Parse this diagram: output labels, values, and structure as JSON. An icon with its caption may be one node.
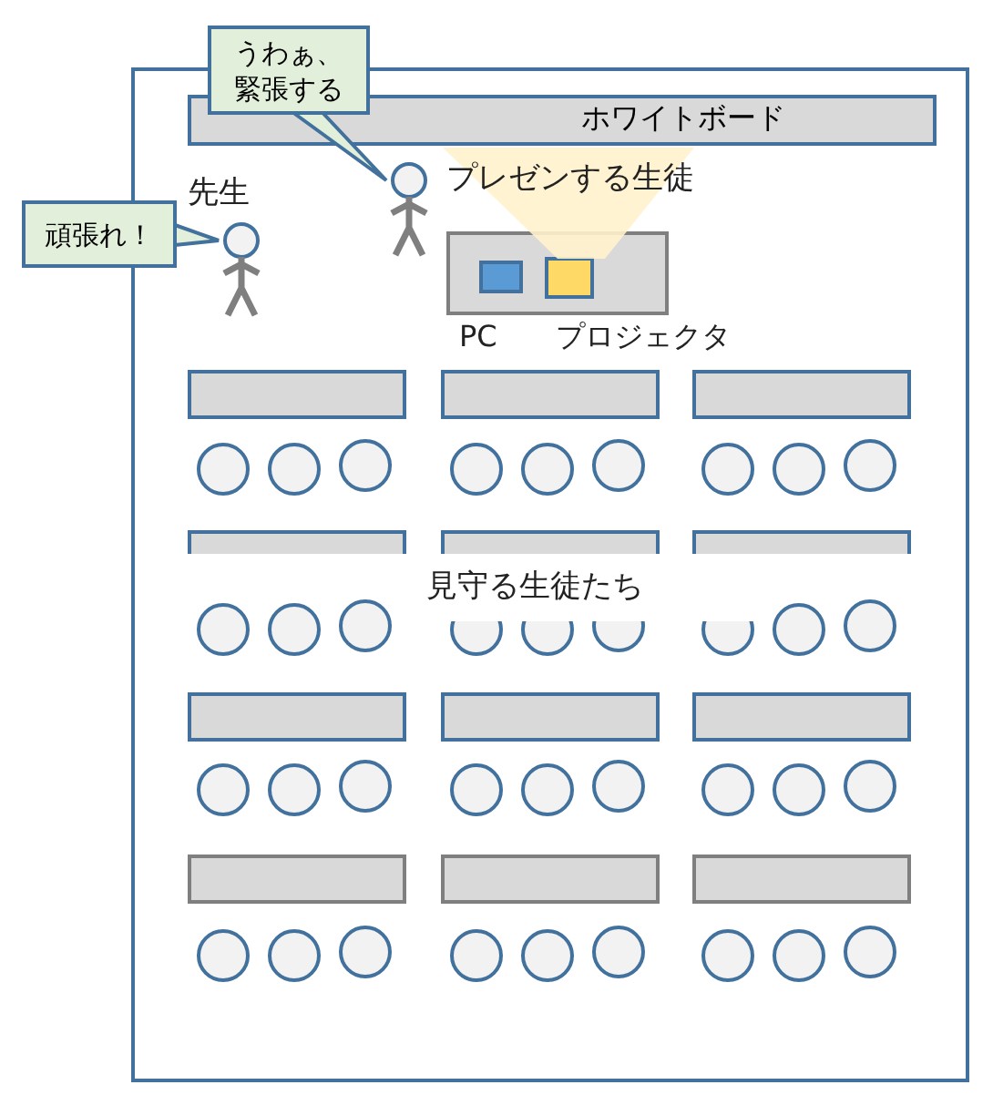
{
  "diagram": {
    "nodes": [
      {
        "text": [
          "うわぁ、緊張する"
        ]
      },
      {
        "text": [],
        "shape": "box"
      },
      {
        "text": [
          "ホワイトボード"
        ],
        "in": 1
      },
      {
        "text": [],
        "shape": "person",
        "in": 1,
        "beside": [
          "プレゼンする生徒"
        ]
      },
      {
        "text": [
          "頑張れ！"
        ]
      },
      {
        "text": [],
        "shape": "person",
        "in": 1,
        "beside": [
          "先生"
        ]
      },
      {
        "text": [],
        "shape": "box",
        "in": 1
      },
      {
        "text": [],
        "shape": "box",
        "in": 6,
        "beside": [
          "PC"
        ]
      },
      {
        "text": [],
        "shape": "box",
        "in": 6,
        "beside": [
          "プロジェクタ"
        ]
      },
      {
        "text": [],
        "shape": "box",
        "in": 1
      },
      {
        "text": [],
        "shape": "box",
        "in": 1
      },
      {
        "text": [],
        "shape": "box",
        "in": 1
      },
      {
        "text": [],
        "shape": "circle",
        "in": 1
      },
      {
        "text": [],
        "shape": "circle",
        "in": 1
      },
      {
        "text": [],
        "shape": "circle",
        "in": 1
      },
      {
        "text": [],
        "shape": "circle",
        "in": 1
      },
      {
        "text": [],
        "shape": "circle",
        "in": 1
      },
      {
        "text": [],
        "shape": "circle",
        "in": 1
      },
      {
        "text": [],
        "shape": "circle",
        "in": 1
      },
      {
        "text": [],
        "shape": "circle",
        "in": 1
      },
      {
        "text": [],
        "shape": "circle",
        "in": 1
      },
      {
        "text": [],
        "shape": "box",
        "in": 1
      },
      {
        "text": [],
        "shape": "box",
        "in": 1
      },
      {
        "text": [],
        "shape": "box",
        "in": 1
      },
      {
        "text": [],
        "shape": "circle",
        "in": 1
      },
      {
        "text": [],
        "shape": "circle",
        "in": 1
      },
      {
        "text": [],
        "shape": "circle",
        "in": 1
      },
      {
        "text": [],
        "shape": "circle",
        "in": 1
      },
      {
        "text": [],
        "shape": "circle",
        "in": 1
      },
      {
        "text": [],
        "shape": "circle",
        "in": 1
      },
      {
        "text": [],
        "shape": "circle",
        "in": 1
      },
      {
        "text": [],
        "shape": "circle",
        "in": 1
      },
      {
        "text": [],
        "shape": "circle",
        "in": 1
      },
      {
        "text": [],
        "shape": "box",
        "in": 1
      },
      {
        "text": [],
        "shape": "box",
        "in": 1
      },
      {
        "text": [],
        "shape": "box",
        "in": 1
      },
      {
        "text": [],
        "shape": "circle",
        "in": 1
      },
      {
        "text": [],
        "shape": "circle",
        "in": 1
      },
      {
        "text": [],
        "shape": "circle",
        "in": 1
      },
      {
        "text": [],
        "shape": "circle",
        "in": 1
      },
      {
        "text": [],
        "shape": "circle",
        "in": 1
      },
      {
        "text": [],
        "shape": "circle",
        "in": 1
      },
      {
        "text": [],
        "shape": "circle",
        "in": 1
      },
      {
        "text": [],
        "shape": "circle",
        "in": 1
      },
      {
        "text": [],
        "shape": "circle",
        "in": 1
      },
      {
        "text": [],
        "shape": "box",
        "in": 1
      },
      {
        "text": [],
        "shape": "box",
        "in": 1
      },
      {
        "text": [],
        "shape": "box",
        "in": 1
      },
      {
        "text": [],
        "shape": "circle",
        "in": 1
      },
      {
        "text": [],
        "shape": "circle",
        "in": 1
      },
      {
        "text": [],
        "shape": "circle",
        "in": 1
      },
      {
        "text": [],
        "shape": "circle",
        "in": 1
      },
      {
        "text": [],
        "shape": "circle",
        "in": 1
      },
      {
        "text": [],
        "shape": "circle",
        "in": 1
      },
      {
        "text": [],
        "shape": "circle",
        "in": 1
      },
      {
        "text": [],
        "shape": "circle",
        "in": 1
      },
      {
        "text": [],
        "shape": "circle",
        "in": 1
      }
    ],
    "edges": [
      {
        "from": 0,
        "to": 3,
        "arrow": "none"
      },
      {
        "from": 4,
        "to": 5,
        "arrow": "none"
      }
    ],
    "labels": [
      "見守る生徒たち"
    ]
  }
}
